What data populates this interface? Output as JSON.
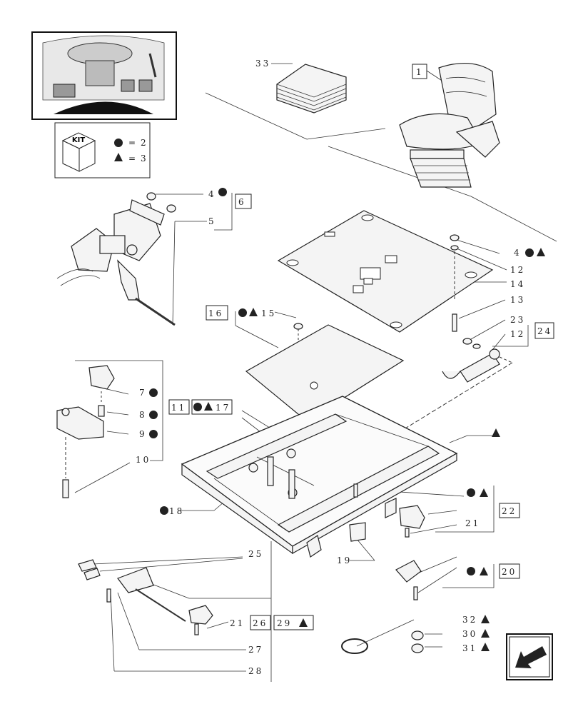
{
  "kit": {
    "title": "KIT",
    "legend": [
      {
        "symbol": "●",
        "value": "2"
      },
      {
        "symbol": "▲",
        "value": "3"
      }
    ]
  },
  "labels": [
    {
      "id": "1",
      "text": "1"
    },
    {
      "id": "33",
      "text": "33"
    },
    {
      "id": "4a",
      "text": "4"
    },
    {
      "id": "5",
      "text": "5"
    },
    {
      "id": "6",
      "text": "6"
    },
    {
      "id": "4b",
      "text": "4"
    },
    {
      "id": "12a",
      "text": "12"
    },
    {
      "id": "14",
      "text": "14"
    },
    {
      "id": "13",
      "text": "13"
    },
    {
      "id": "23",
      "text": "23"
    },
    {
      "id": "12b",
      "text": "12"
    },
    {
      "id": "24",
      "text": "24"
    },
    {
      "id": "16",
      "text": "16"
    },
    {
      "id": "15",
      "text": "15"
    },
    {
      "id": "7",
      "text": "7"
    },
    {
      "id": "8",
      "text": "8"
    },
    {
      "id": "9",
      "text": "9"
    },
    {
      "id": "10",
      "text": "10"
    },
    {
      "id": "11",
      "text": "11"
    },
    {
      "id": "17",
      "text": "17"
    },
    {
      "id": "18",
      "text": "18"
    },
    {
      "id": "22",
      "text": "22"
    },
    {
      "id": "21a",
      "text": "21"
    },
    {
      "id": "19",
      "text": "19"
    },
    {
      "id": "20",
      "text": "20"
    },
    {
      "id": "25",
      "text": "25"
    },
    {
      "id": "21b",
      "text": "21"
    },
    {
      "id": "26",
      "text": "26"
    },
    {
      "id": "29",
      "text": "29"
    },
    {
      "id": "27",
      "text": "27"
    },
    {
      "id": "28",
      "text": "28"
    },
    {
      "id": "32",
      "text": "32"
    },
    {
      "id": "30",
      "text": "30"
    },
    {
      "id": "31",
      "text": "31"
    }
  ],
  "icons": {
    "circle": "filled-circle-icon",
    "triangle": "filled-triangle-icon",
    "nav": "next-page-arrow-icon"
  }
}
